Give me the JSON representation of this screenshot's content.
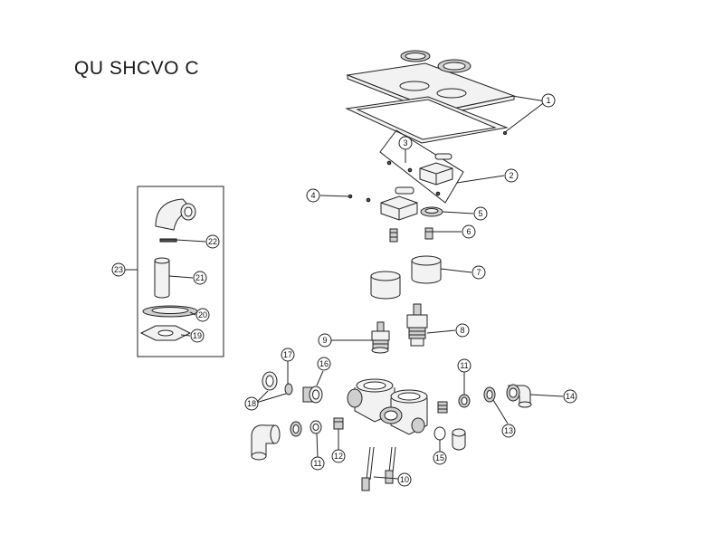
{
  "title": "QU SHCVO C",
  "callouts": {
    "c1": "1",
    "c2": "2",
    "c3": "3",
    "c4": "4",
    "c5": "5",
    "c6": "6",
    "c7": "7",
    "c8": "8",
    "c9": "9",
    "c10": "10",
    "c11a": "11",
    "c11b": "11",
    "c12": "12",
    "c13": "13",
    "c14": "14",
    "c15": "15",
    "c16": "16",
    "c17": "17",
    "c18": "18",
    "c19": "19",
    "c20": "20",
    "c21": "21",
    "c22": "22",
    "c23": "23"
  }
}
